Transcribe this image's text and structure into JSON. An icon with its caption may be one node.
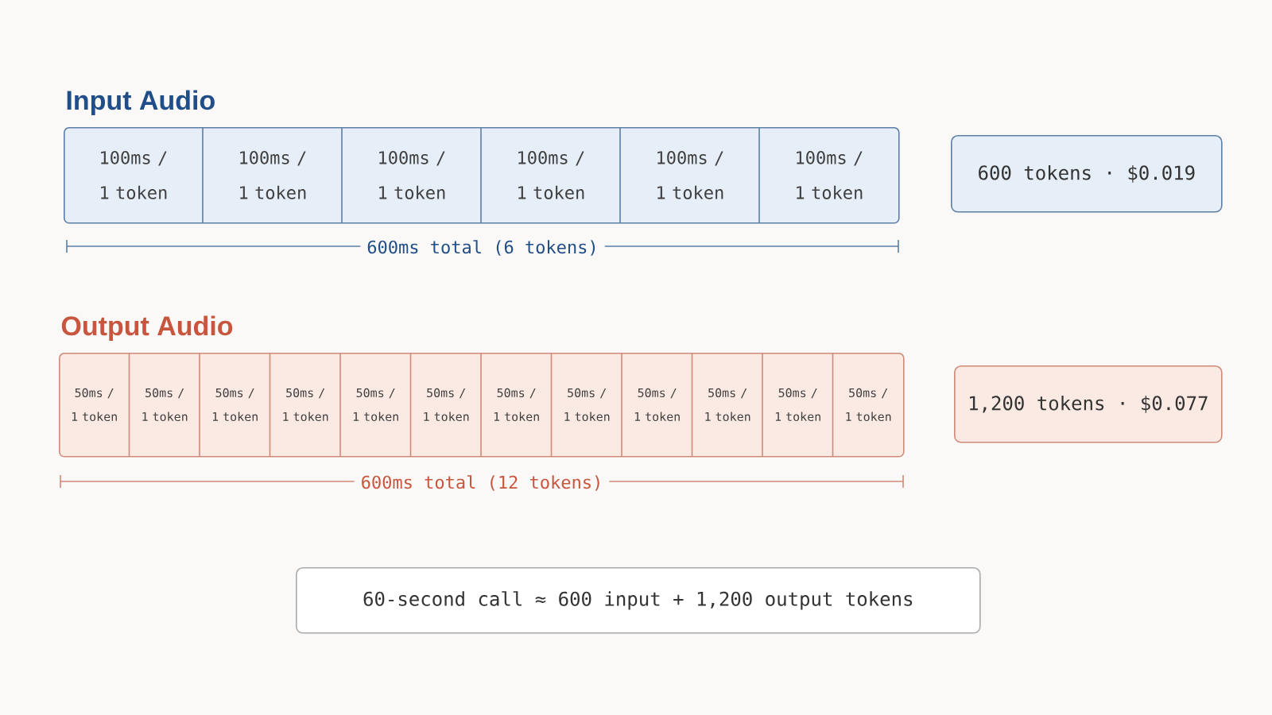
{
  "diagram": {
    "nodes": [
      {
        "text": [
          "Input Audio"
        ]
      },
      {
        "text": [
          "100ms / 1 token"
        ],
        "in": 0
      },
      {
        "text": [
          "100ms / 1 token"
        ],
        "in": 0
      },
      {
        "text": [
          "100ms / 1 token"
        ],
        "in": 0
      },
      {
        "text": [
          "100ms / 1 token"
        ],
        "in": 0
      },
      {
        "text": [
          "100ms / 1 token"
        ],
        "in": 0
      },
      {
        "text": [
          "100ms / 1 token"
        ],
        "in": 0
      },
      {
        "text": [
          "600 tokens · $0.019"
        ]
      },
      {
        "text": [
          "Output Audio"
        ]
      },
      {
        "text": [
          "50ms / 1 token"
        ],
        "in": 8
      },
      {
        "text": [
          "50ms / 1 token"
        ],
        "in": 8
      },
      {
        "text": [
          "50ms / 1 token"
        ],
        "in": 8
      },
      {
        "text": [
          "50ms / 1 token"
        ],
        "in": 8
      },
      {
        "text": [
          "50ms / 1 token"
        ],
        "in": 8
      },
      {
        "text": [
          "50ms / 1 token"
        ],
        "in": 8
      },
      {
        "text": [
          "50ms / 1 token"
        ],
        "in": 8
      },
      {
        "text": [
          "50ms / 1 token"
        ],
        "in": 8
      },
      {
        "text": [
          "50ms / 1 token"
        ],
        "in": 8
      },
      {
        "text": [
          "50ms / 1 token"
        ],
        "in": 8
      },
      {
        "text": [
          "50ms / 1 token"
        ],
        "in": 8
      },
      {
        "text": [
          "50ms / 1 token"
        ],
        "in": 8
      },
      {
        "text": [
          "1,200 tokens · $0.077"
        ]
      },
      {
        "text": [
          "60-second call ≈ 600 input + 1,200 output tokens"
        ]
      }
    ],
    "labels": [
      "600ms total (6 tokens)",
      "600ms total (12 tokens)"
    ]
  }
}
